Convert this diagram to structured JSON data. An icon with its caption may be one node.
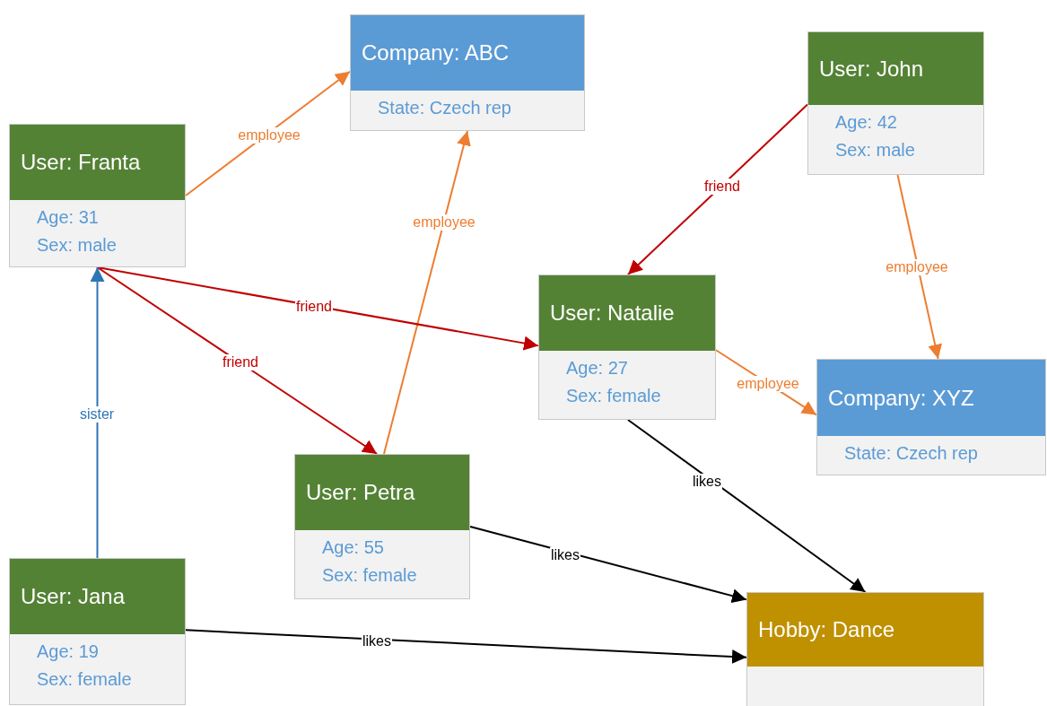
{
  "diagram": {
    "nodes": [
      {
        "text": [
          "Company: ABC",
          "State: Czech rep"
        ]
      },
      {
        "text": [
          "User: Franta",
          "Age: 31",
          "Sex: male"
        ]
      },
      {
        "text": [
          "User: John",
          "Age: 42",
          "Sex: male"
        ]
      },
      {
        "text": [
          "User: Natalie",
          "Age: 27",
          "Sex: female"
        ]
      },
      {
        "text": [
          "Company: XYZ",
          "State: Czech rep"
        ]
      },
      {
        "text": [
          "User: Petra",
          "Age: 55",
          "Sex: female"
        ]
      },
      {
        "text": [
          "User: Jana",
          "Age: 19",
          "Sex: female"
        ]
      },
      {
        "text": [
          "Hobby: Dance"
        ]
      }
    ],
    "edges": [
      {
        "from": 1,
        "to": 0,
        "arrow": "to",
        "label": "employee"
      },
      {
        "from": 5,
        "to": 0,
        "arrow": "to",
        "label": "employee"
      },
      {
        "from": 2,
        "to": 3,
        "arrow": "to",
        "label": "friend",
        "color": "#c00000"
      },
      {
        "from": 2,
        "to": 4,
        "arrow": "to",
        "label": "employee"
      },
      {
        "from": 1,
        "to": 3,
        "arrow": "to",
        "label": "friend",
        "color": "#c00000"
      },
      {
        "from": 1,
        "to": 5,
        "arrow": "to",
        "label": "friend",
        "color": "#c00000"
      },
      {
        "from": 3,
        "to": 4,
        "arrow": "to",
        "label": "employee"
      },
      {
        "from": 6,
        "to": 1,
        "arrow": "to",
        "label": "sister",
        "color": "#2e75b6"
      },
      {
        "from": 3,
        "to": 7,
        "arrow": "to",
        "label": "likes",
        "color": "#000000"
      },
      {
        "from": 5,
        "to": 7,
        "arrow": "to",
        "label": "likes",
        "color": "#000000"
      },
      {
        "from": 6,
        "to": 7,
        "arrow": "to",
        "label": "likes",
        "color": "#000000"
      }
    ]
  }
}
